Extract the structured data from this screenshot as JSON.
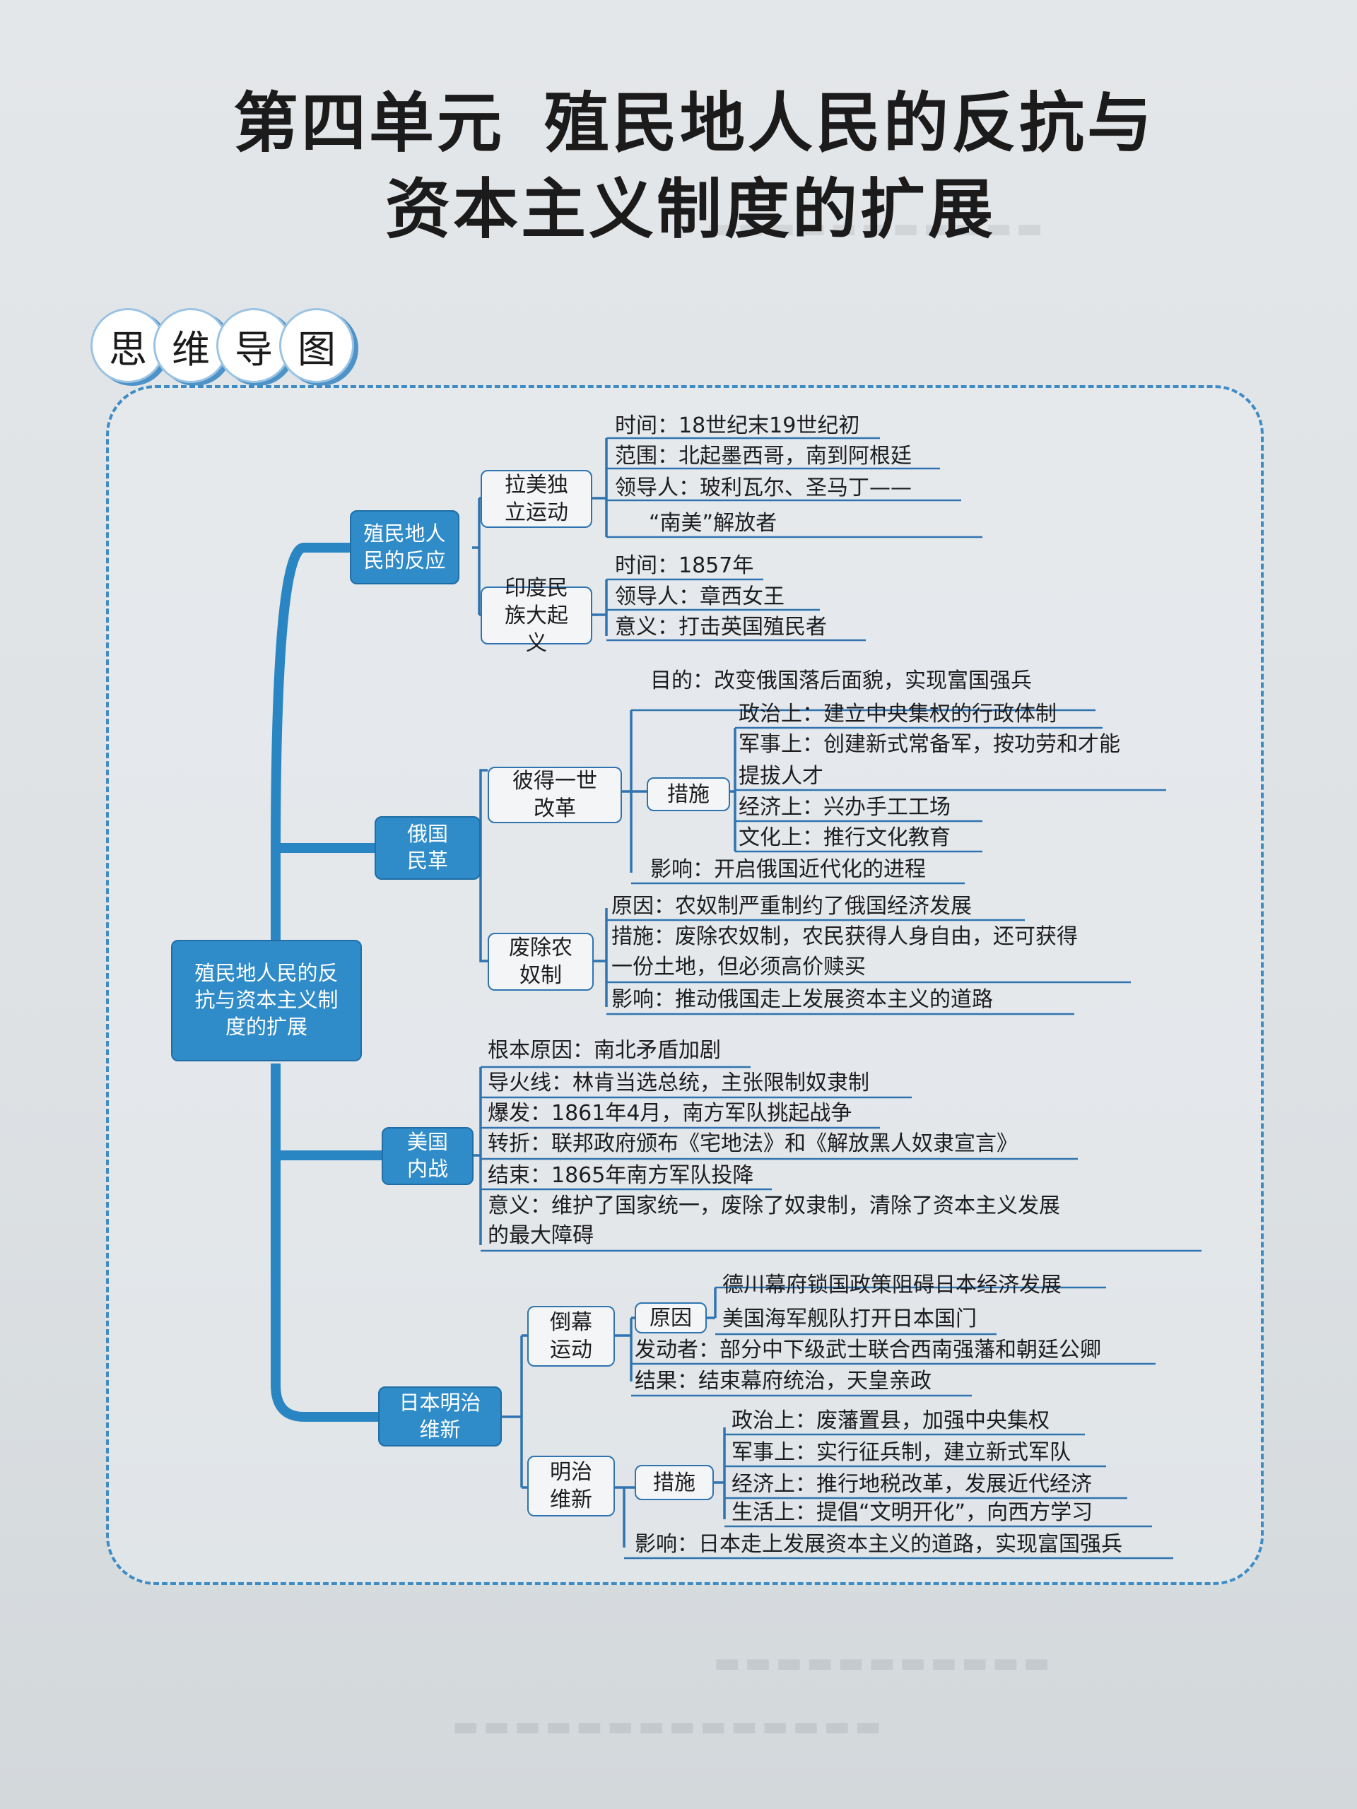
{
  "title": {
    "line1_unit": "第四单元",
    "line1_text": "殖民地人民的反抗与",
    "line2": "资本主义制度的扩展"
  },
  "section_badges": [
    "思",
    "维",
    "导",
    "图"
  ],
  "mindmap": {
    "root": "殖民地人民的反抗与资本主义制度的扩展",
    "colonial": {
      "label": "殖民地人民的反应",
      "latam": {
        "label": "拉美独立运动",
        "time": "时间：18世纪末19世纪初",
        "scope": "范围：北起墨西哥，南到阿根廷",
        "leaders_1": "领导人：玻利瓦尔、圣马丁——",
        "leaders_2": "“南美”解放者"
      },
      "india": {
        "label": "印度民族大起义",
        "time": "时间：1857年",
        "leader": "领导人：章西女王",
        "meaning": "意义：打击英国殖民者"
      }
    },
    "russia": {
      "label": "俄国民革",
      "peter": {
        "label": "彼得一世改革",
        "goal": "目的：改变俄国落后面貌，实现富国强兵",
        "measures_label": "措施",
        "political": "政治上：建立中央集权的行政体制",
        "military_1": "军事上：创建新式常备军，按功劳和才能",
        "military_2": "提拔人才",
        "economic": "经济上：兴办手工工场",
        "cultural": "文化上：推行文化教育",
        "impact": "影响：开启俄国近代化的进程"
      },
      "serfdom": {
        "label": "废除农奴制",
        "reason": "原因：农奴制严重制约了俄国经济发展",
        "measure_1": "措施：废除农奴制，农民获得人身自由，还可获得",
        "measure_2": "一份土地，但必须高价赎买",
        "impact": "影响：推动俄国走上发展资本主义的道路"
      }
    },
    "civilwar": {
      "label": "美国内战",
      "root_cause": "根本原因：南北矛盾加剧",
      "fuse": "导火线：林肯当选总统，主张限制奴隶制",
      "outbreak": "爆发：1861年4月，南方军队挑起战争",
      "turn": "转折：联邦政府颁布《宅地法》和《解放黑人奴隶宣言》",
      "end": "结束：1865年南方军队投降",
      "meaning_1": "意义：维护了国家统一，废除了奴隶制，清除了资本主义发展",
      "meaning_2": "的最大障碍"
    },
    "japan": {
      "label": "日本明治维新",
      "bakufu": {
        "label": "倒幕运动",
        "cause_label": "原因",
        "cause_1": "德川幕府锁国政策阻碍日本经济发展",
        "cause_2": "美国海军舰队打开日本国门",
        "initiators": "发动者：部分中下级武士联合西南强藩和朝廷公卿",
        "result": "结果：结束幕府统治，天皇亲政"
      },
      "meiji": {
        "label": "明治维新",
        "measures_label": "措施",
        "political": "政治上：废藩置县，加强中央集权",
        "military": "军事上：实行征兵制，建立新式军队",
        "economic": "经济上：推行地税改革，发展近代经济",
        "life": "生活上：提倡“文明开化”，向西方学习",
        "impact": "影响：日本走上发展资本主义的道路，实现富国强兵"
      }
    }
  },
  "colors": {
    "accent_blue": "#2f8cc9",
    "link_blue": "#2f74b0",
    "trunk_blue": "#2a86c2",
    "frame_blue": "#3f8cc4"
  }
}
